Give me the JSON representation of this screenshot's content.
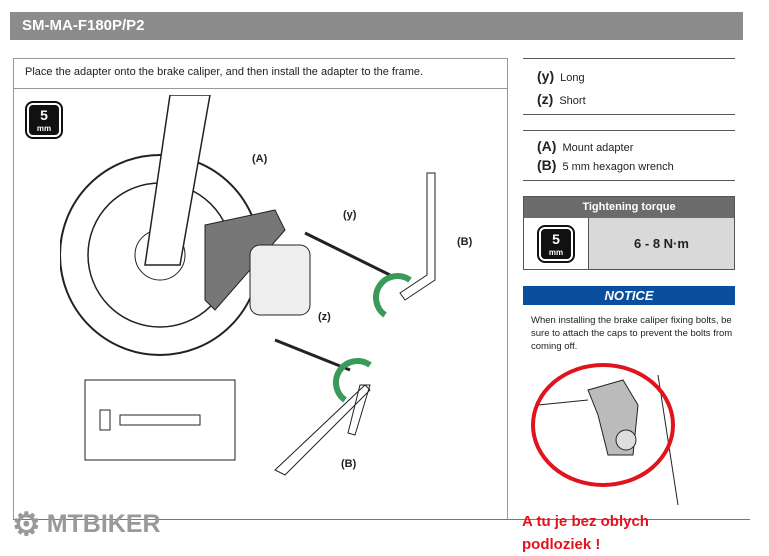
{
  "header": {
    "title": "SM-MA-F180P/P2"
  },
  "instruction": "Place the adapter onto the brake caliper, and then install the adapter to the frame.",
  "tool_badge": {
    "num": "5",
    "unit": "mm"
  },
  "diagram_labels": {
    "A": "(A)",
    "y": "(y)",
    "B1": "(B)",
    "z": "(z)",
    "B2": "(B)"
  },
  "bolts": [
    {
      "key": "(y)",
      "label": "Long"
    },
    {
      "key": "(z)",
      "label": "Short"
    }
  ],
  "parts": [
    {
      "key": "(A)",
      "label": "Mount adapter"
    },
    {
      "key": "(B)",
      "label": "5 mm hexagon wrench"
    }
  ],
  "torque": {
    "title": "Tightening torque",
    "value": "6 - 8 N·m"
  },
  "notice": {
    "title": "NOTICE",
    "text": "When installing the brake caliper fixing bolts, be sure to attach the caps to prevent the bolts from coming off."
  },
  "annotation": {
    "line1": "A tu je bez oblych",
    "line2": "podloziek !",
    "color": "#e0141e"
  },
  "watermark": "MTBIKER"
}
